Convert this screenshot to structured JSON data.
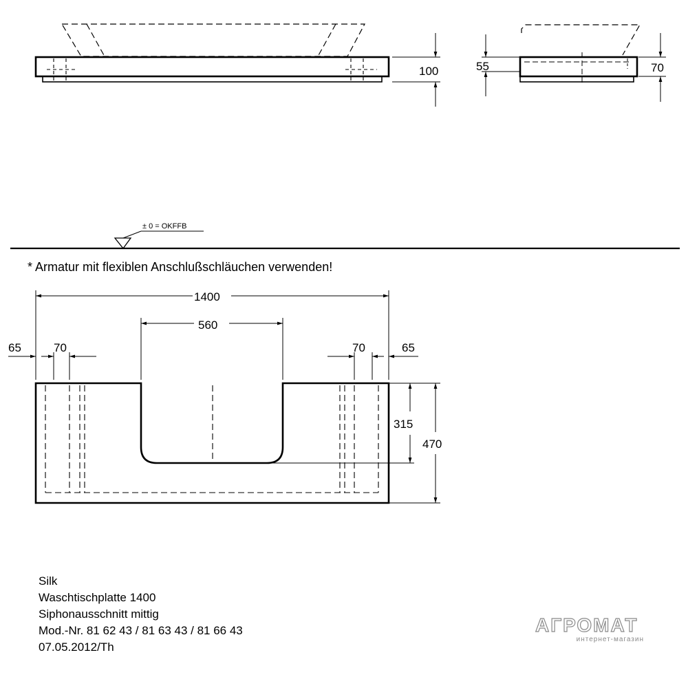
{
  "dimensions": {
    "top_height": "100",
    "side_left": "55",
    "side_right": "70",
    "level": "± 0 = OKFFB",
    "width_total": "1400",
    "cutout_width": "560",
    "edge_left": "65",
    "hole_left": "70",
    "hole_right": "70",
    "edge_right": "65",
    "cutout_depth": "315",
    "depth_total": "470"
  },
  "note": "* Armatur mit flexiblen Anschlußschläuchen verwenden!",
  "info": {
    "line1": "Silk",
    "line2": "Waschtischplatte 1400",
    "line3": "Siphonausschnitt mittig",
    "line4": "Mod.-Nr. 81 62 43 / 81 63 43 / 81 66 43",
    "line5": "07.05.2012/Th"
  },
  "watermark": {
    "brand": "АГРОМАТ",
    "tagline": "интернет-магазин"
  }
}
